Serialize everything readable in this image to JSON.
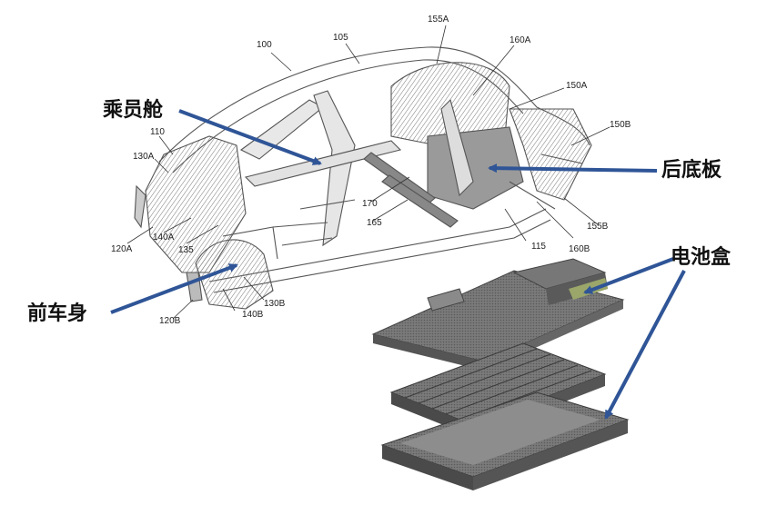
{
  "callouts": {
    "passenger_cabin": "乘员舱",
    "rear_floor": "后底板",
    "front_body": "前车身",
    "battery_box": "电池盒"
  },
  "refs": {
    "r100": "100",
    "r105": "105",
    "r155A": "155A",
    "r160A": "160A",
    "r150A": "150A",
    "r150B": "150B",
    "r110": "110",
    "r130A": "130A",
    "r120A": "120A",
    "r140A": "140A",
    "r135": "135",
    "r170": "170",
    "r165": "165",
    "r115": "115",
    "r160B": "160B",
    "r155B": "155B",
    "r130B": "130B",
    "r140B": "140B",
    "r120B": "120B"
  },
  "colors": {
    "arrow": "#2f5597",
    "line_art": "#555555",
    "shading": "#8a8a8a",
    "battery": "#6d6d6d",
    "battery_dark": "#4a4a4a",
    "accent_band": "#9aa66a"
  }
}
